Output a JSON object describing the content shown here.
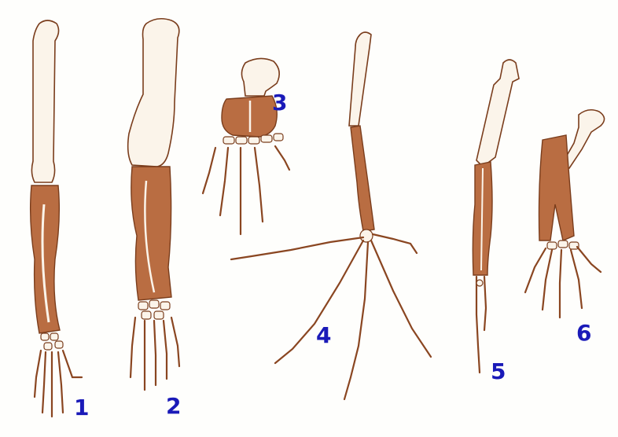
{
  "colors": {
    "label": "#1a1ab8",
    "bone_highlight": "#b96d42",
    "bone_plain": "#fbf4ea",
    "outline": "#7a3d1c"
  },
  "labels": [
    "1",
    "2",
    "3",
    "4",
    "5",
    "6"
  ]
}
